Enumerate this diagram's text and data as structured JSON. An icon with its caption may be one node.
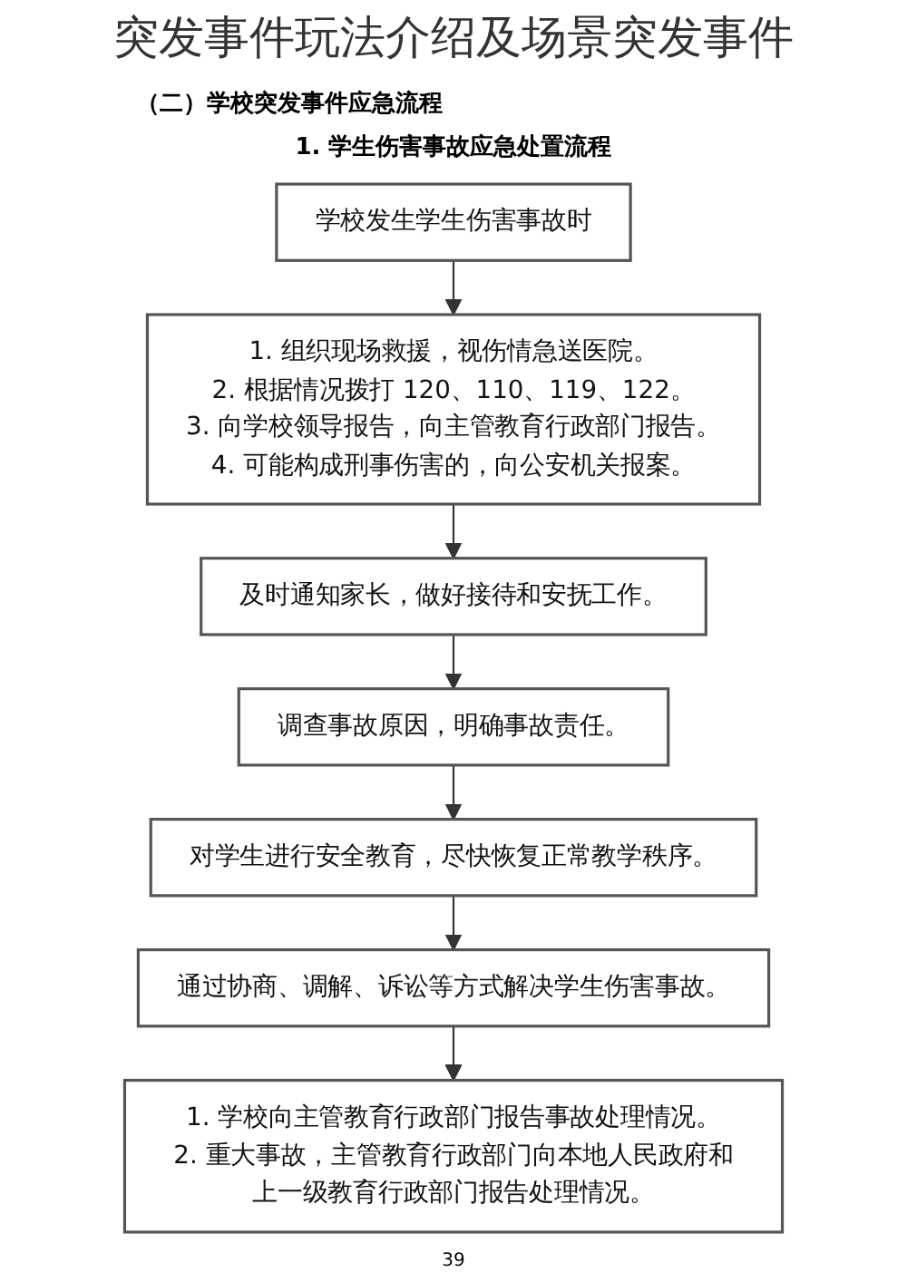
{
  "diagram": {
    "title": "突发事件玩法介绍及场景突发事件",
    "nodes": [
      {
        "text": [
          "学校发生学生伤害事故时"
        ]
      },
      {
        "text": [
          "1. 组织现场救援，视伤情急送医院。",
          "2. 根据情况拨打 120、110、119、122。",
          "3. 向学校领导报告，向主管教育行政部门报告。",
          "4. 可能构成刑事伤害的，向公安机关报案。"
        ]
      },
      {
        "text": [
          "及时通知家长，做好接待和安抚工作。"
        ]
      },
      {
        "text": [
          "调查事故原因，明确事故责任。"
        ]
      },
      {
        "text": [
          "对学生进行安全教育，尽快恢复正常教学秩序。"
        ]
      },
      {
        "text": [
          "通过协商、调解、诉讼等方式解决学生伤害事故。"
        ]
      },
      {
        "text": [
          "1. 学校向主管教育行政部门报告事故处理情况。",
          "2. 重大事故，主管教育行政部门向本地人民政府和上一级教育行政部门报告处理情况。"
        ]
      }
    ],
    "edges": [
      {
        "from": 0,
        "to": 1,
        "arrow": "to"
      },
      {
        "from": 1,
        "to": 2,
        "arrow": "to"
      },
      {
        "from": 2,
        "to": 3,
        "arrow": "to"
      },
      {
        "from": 3,
        "to": 4,
        "arrow": "to"
      },
      {
        "from": 4,
        "to": 5,
        "arrow": "to"
      },
      {
        "from": 5,
        "to": 6,
        "arrow": "to"
      }
    ],
    "labels": [
      "（二）学校突发事件应急流程",
      "1. 学生伤害事故应急处置流程",
      "39"
    ]
  }
}
